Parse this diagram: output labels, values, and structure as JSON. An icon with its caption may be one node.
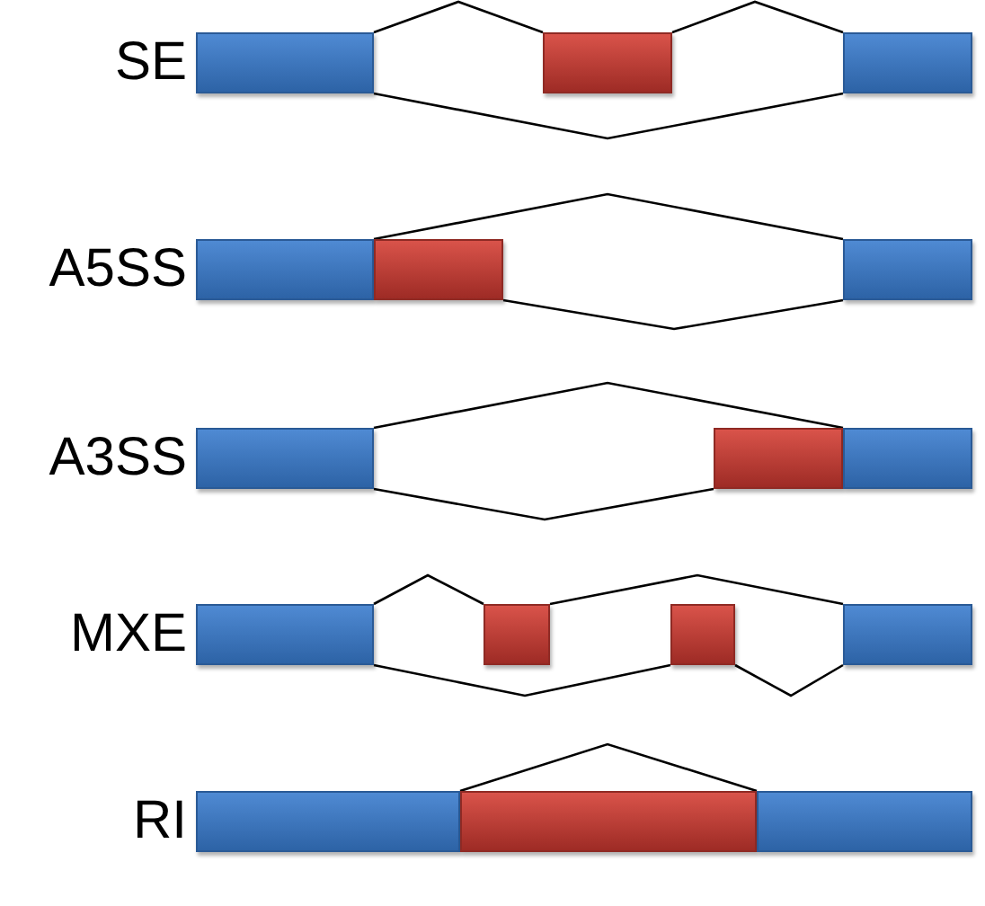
{
  "diagram": {
    "nodes": [
      {
        "text": [],
        "shape": "box"
      },
      {
        "text": [],
        "shape": "box"
      },
      {
        "text": [],
        "shape": "box"
      },
      {
        "text": [],
        "shape": "box"
      },
      {
        "text": [],
        "shape": "box"
      },
      {
        "text": [],
        "shape": "box"
      },
      {
        "text": [],
        "shape": "box"
      },
      {
        "text": [],
        "shape": "box"
      },
      {
        "text": [],
        "shape": "box"
      },
      {
        "text": [],
        "shape": "box"
      },
      {
        "text": [],
        "shape": "box"
      },
      {
        "text": [],
        "shape": "box"
      },
      {
        "text": [],
        "shape": "box"
      },
      {
        "text": [],
        "shape": "box"
      },
      {
        "text": [],
        "shape": "box"
      },
      {
        "text": [],
        "shape": "box"
      }
    ],
    "edges": [
      {
        "from": 0,
        "to": 1,
        "arrow": "none"
      },
      {
        "from": 1,
        "to": 2,
        "arrow": "none"
      },
      {
        "from": 0,
        "to": 2,
        "arrow": "none"
      },
      {
        "from": 3,
        "to": 5,
        "arrow": "none"
      },
      {
        "from": 4,
        "to": 5,
        "arrow": "none"
      },
      {
        "from": 6,
        "to": 8,
        "arrow": "none"
      },
      {
        "from": 6,
        "to": 7,
        "arrow": "none"
      },
      {
        "from": 9,
        "to": 10,
        "arrow": "none"
      },
      {
        "from": 10,
        "to": 12,
        "arrow": "none"
      },
      {
        "from": 9,
        "to": 11,
        "arrow": "none"
      },
      {
        "from": 11,
        "to": 12,
        "arrow": "none"
      },
      {
        "from": 13,
        "to": 15,
        "arrow": "none"
      }
    ],
    "labels": [
      "SE",
      "A5SS",
      "A3SS",
      "MXE",
      "RI"
    ]
  }
}
